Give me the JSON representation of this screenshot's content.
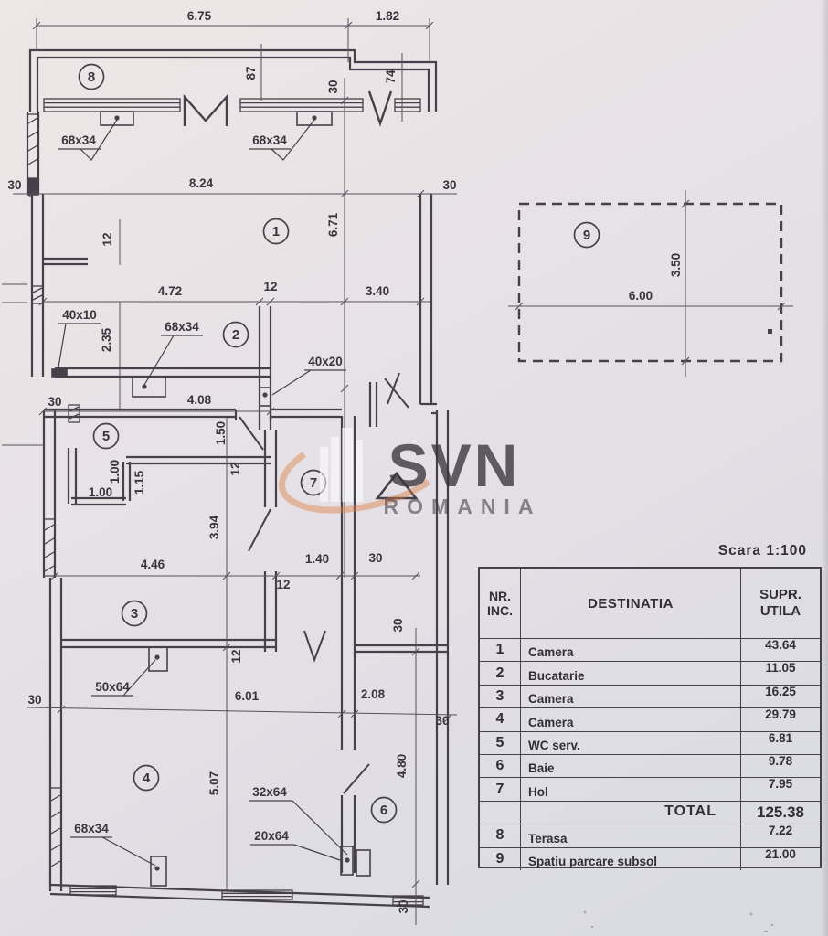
{
  "watermark": {
    "line1": "SVN",
    "line2": "ROMANIA",
    "accent_color": "#de7a3a",
    "light_color": "#ffffff"
  },
  "table": {
    "scale_note": "Scara 1:100",
    "headers": {
      "nr1": "NR.",
      "nr2": "INC.",
      "dest": "DESTINATIA",
      "supr1": "SUPR.",
      "supr2": "UTILA"
    },
    "rows": [
      {
        "nr": "1",
        "dest": "Camera",
        "supr": "43.64"
      },
      {
        "nr": "2",
        "dest": "Bucatarie",
        "supr": "11.05"
      },
      {
        "nr": "3",
        "dest": "Camera",
        "supr": "16.25"
      },
      {
        "nr": "4",
        "dest": "Camera",
        "supr": "29.79"
      },
      {
        "nr": "5",
        "dest": "WC  serv.",
        "supr": "6.81"
      },
      {
        "nr": "6",
        "dest": "Baie",
        "supr": "9.78"
      },
      {
        "nr": "7",
        "dest": "Hol",
        "supr": "7.95"
      }
    ],
    "total": {
      "label": "TOTAL",
      "value": "125.38"
    },
    "extra_rows": [
      {
        "nr": "8",
        "dest": "Terasa",
        "supr": "7.22"
      },
      {
        "nr": "9",
        "dest": "Spatiu  parcare  subsol",
        "supr": "21.00"
      }
    ]
  },
  "plan": {
    "rooms": {
      "n1": "1",
      "n2": "2",
      "n3": "3",
      "n4": "4",
      "n5": "5",
      "n6": "6",
      "n7": "7",
      "n8": "8",
      "n9": "9"
    },
    "dims": {
      "t675": "6.75",
      "t182": "1.82",
      "v87": "87",
      "v30top": "30",
      "v74": "74",
      "w68a": "68x34",
      "w68b": "68x34",
      "e30l": "30",
      "l824": "8.24",
      "e30r": "30",
      "v671": "6.71",
      "v12a": "12",
      "l472": "4.72",
      "h12a": "12",
      "l340": "3.40",
      "w4010": "40x10",
      "v235": "2.35",
      "w68c": "68x34",
      "w4020": "40x20",
      "h30a": "30",
      "l408": "4.08",
      "v150": "1.50",
      "v12b": "12",
      "v100a": "1.00",
      "v115": "1.15",
      "h100b": "1.00",
      "v394": "3.94",
      "l446": "4.46",
      "l140": "1.40",
      "h30b": "30",
      "h12b": "12",
      "v12c": "12",
      "w5064": "50x64",
      "h30c": "30",
      "l601": "6.01",
      "l208": "2.08",
      "h30d": "30",
      "v30a": "30",
      "v507": "5.07",
      "v480": "4.80",
      "w3264": "32x64",
      "w2064": "20x64",
      "w68d": "68x34",
      "v30b": "30",
      "p600": "6.00",
      "p350": "3.50"
    }
  }
}
